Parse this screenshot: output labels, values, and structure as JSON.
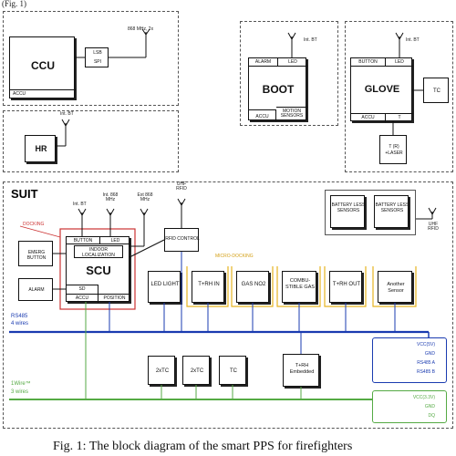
{
  "header_text": "(Fig. 1)",
  "ccu": {
    "name": "CCU",
    "accu": "ACCU",
    "lsb": "LSB",
    "spi": "SPI",
    "radio": "868 MHz, 2x"
  },
  "hr": {
    "name": "HR",
    "antenna": "Int. BT"
  },
  "boot": {
    "name": "BOOT",
    "alarm": "ALARM",
    "led": "LED",
    "accu": "ACCU",
    "motion": "MOTION SENSORS",
    "antenna": "Int. BT"
  },
  "glove": {
    "name": "GLOVE",
    "button": "BUTTON",
    "led": "LED",
    "accu": "ACCU",
    "t": "T",
    "tc": "TC",
    "tr_laser": "T (R) +LASER",
    "antenna": "Int. BT"
  },
  "suit": {
    "title": "SUIT",
    "docking": "DOCKING",
    "micro_docking": "MICRO-DOCKING",
    "emerg_button": "EMERG BUTTON",
    "alarm": "ALARM",
    "scu": "SCU",
    "scu_button": "BUTTON",
    "scu_led": "LED",
    "indoor_localization": "INDOOR LOCALIZATION",
    "sd": "SD",
    "accu": "ACCU",
    "position": "POSITION",
    "ant_int_bt": "Int. BT",
    "ant_int_868": "Int. 868 MHz",
    "ant_ext_868": "Ext 868 MHz",
    "uhf_rfid_top": "UHF RFID",
    "rfid_control": "RFID CONTROL",
    "led_light": "LED LIGHT",
    "trh_in": "T+RH IN",
    "gas_no2": "GAS NO2",
    "combustible_gas": "COMBU-STIBLE GAS",
    "trh_out": "T+RH OUT",
    "another_sensor": "Another Sensor",
    "battery_less_1": "BATTERY LESS SENSORS",
    "battery_less_2": "BATTERY LESS SENSORS",
    "uhf_rfid_side": "UHF RFID",
    "rs485": "RS485",
    "rs485_wires": "4 wires",
    "onewire": "1Wire™",
    "onewire_wires": "3 wires",
    "tc1": "2xTC",
    "tc2": "2xTC",
    "tc3": "TC",
    "trh_embedded": "T+RH Embedded",
    "rs_legend": [
      "VCC(5V)",
      "GND",
      "RS485 A",
      "RS485 B"
    ],
    "ow_legend": [
      "VCC(3.3V)",
      "GND",
      "DQ"
    ]
  },
  "caption": "Fig. 1: The block diagram of the smart PPS for firefighters",
  "colors": {
    "rs485": "#1a3bb0",
    "onewire": "#55aa44",
    "docking": "#cc3333",
    "micro": "#e6b422"
  }
}
